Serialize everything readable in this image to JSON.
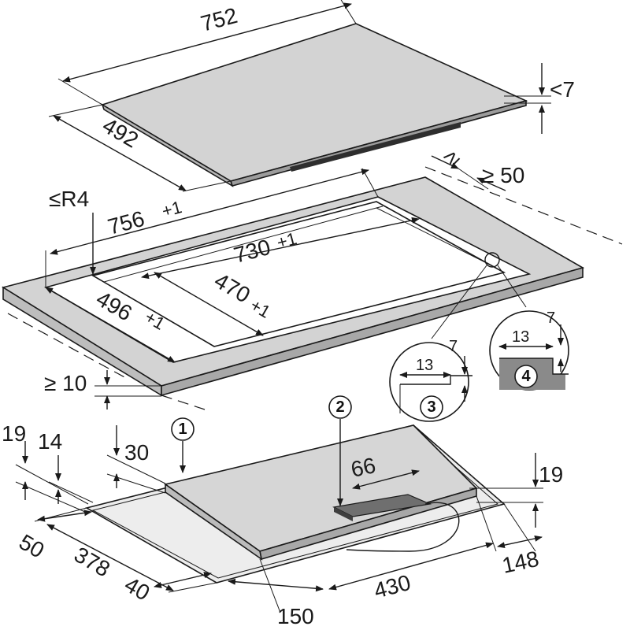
{
  "hob": {
    "width": "752",
    "depth": "492",
    "height_limit": "<7"
  },
  "cutout": {
    "radius": "≤R4",
    "recess_width": "756",
    "recess_width_tol": "+1",
    "cut_width": "730",
    "cut_width_tol": "+1",
    "recess_depth": "496",
    "recess_depth_tol": "+1",
    "cut_depth": "470",
    "cut_depth_tol": "+1",
    "edge_min": "≥ 50",
    "front_min": "≥ 10"
  },
  "detail_3": {
    "label": "3",
    "width": "13",
    "depth": "7"
  },
  "detail_4": {
    "label": "4",
    "width": "13",
    "depth": "7"
  },
  "base": {
    "callout_1": "1",
    "callout_2": "2",
    "dim_19_left": "19",
    "dim_14": "14",
    "dim_30": "30",
    "dim_66": "66",
    "dim_19_right": "19",
    "dim_50": "50",
    "dim_378": "378",
    "dim_40": "40",
    "dim_150": "150",
    "dim_430": "430",
    "dim_148": "148"
  }
}
